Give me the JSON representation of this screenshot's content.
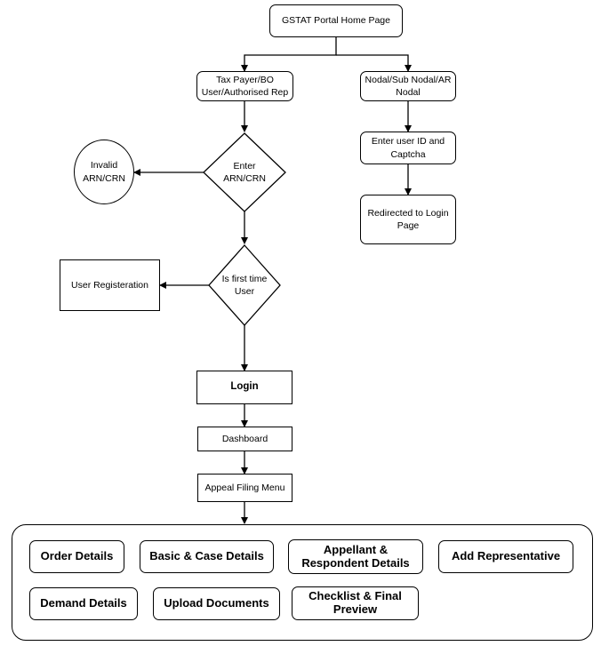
{
  "nodes": {
    "home": "GSTAT Portal Home Page",
    "taxpayer": "Tax Payer/BO User/Authorised Rep",
    "nodal": "Nodal/Sub Nodal/AR Nodal",
    "enter_arn": "Enter ARN/CRN",
    "invalid": "Invalid ARN/CRN",
    "enter_userid": "Enter user ID and Captcha",
    "redirect": "Redirected to Login Page",
    "first_time": "Is first time User",
    "registration": "User Registeration",
    "login": "Login",
    "dashboard": "Dashboard",
    "appeal_menu": "Appeal Filing Menu"
  },
  "menu_items": {
    "order_details": "Order Details",
    "basic_case": "Basic & Case Details",
    "appellant": "Appellant & Respondent Details",
    "add_rep": "Add Representative",
    "demand": "Demand Details",
    "upload": "Upload Documents",
    "checklist": "Checklist & Final Preview"
  }
}
